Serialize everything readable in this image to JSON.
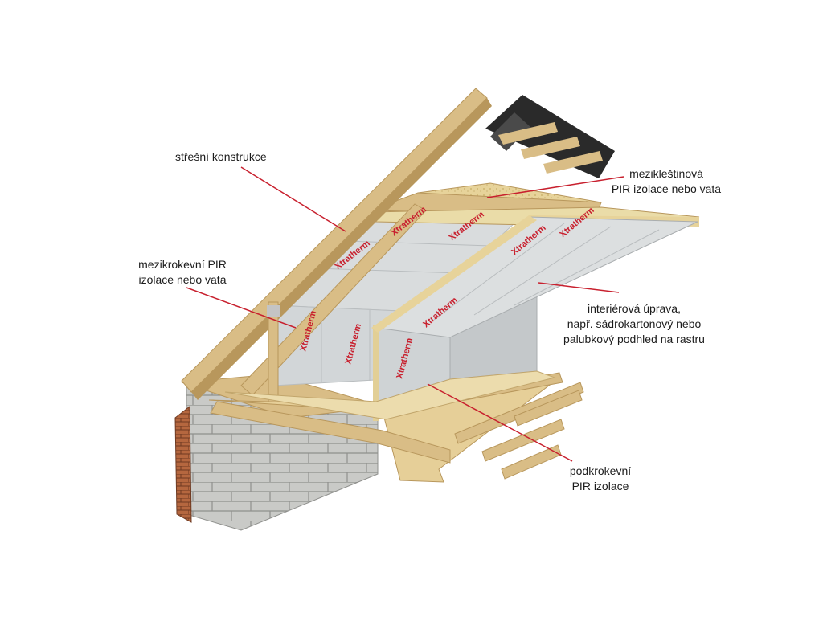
{
  "labels": {
    "roof_structure": [
      "střešní konstrukce"
    ],
    "collar_insulation": [
      "mezikleštinová",
      "PIR izolace nebo vata"
    ],
    "rafter_insulation": [
      "mezikrokevní PIR",
      "izolace nebo vata"
    ],
    "interior_finish": [
      "interiérová úprava,",
      "např. sádrokartonový nebo",
      "palubkový podhled na rastru"
    ],
    "under_rafter_insulation": [
      "podkrokevní",
      "PIR  izolace"
    ]
  },
  "brand_text": "Xtratherm",
  "colors": {
    "leader_line": "#c8202e",
    "timber": "#d9bd86",
    "timber_dark": "#b8975c",
    "foil": "#d9dcdd",
    "block_wall": "#c9cac7",
    "brick": "#b5673f",
    "roof_membrane": "#2a2a2a",
    "brand_red": "#c8202e"
  }
}
